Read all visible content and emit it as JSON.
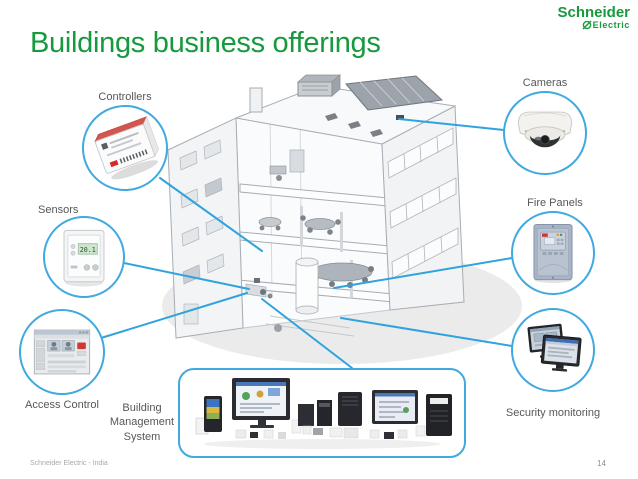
{
  "slide": {
    "title": "Buildings business offerings",
    "footer": "Schneider Electric - India",
    "page_number": "14"
  },
  "logo": {
    "brand": "Schneider",
    "sub": "Electric"
  },
  "colors": {
    "brand_green": "#17993E",
    "callout_blue": "#3FA9E0",
    "connector_blue": "#2FA3DE",
    "label_gray": "#575757",
    "footer_gray": "#A8A8A8"
  },
  "callouts": {
    "controllers": {
      "label": "Controllers",
      "icon": "din-controller-device"
    },
    "sensors": {
      "label": "Sensors",
      "icon": "thermostat-device",
      "reading": "20.1"
    },
    "access_control": {
      "label": "Access Control",
      "icon": "access-control-software-screenshot"
    },
    "cameras": {
      "label": "Cameras",
      "icon": "dome-camera-device"
    },
    "fire_panels": {
      "label": "Fire Panels",
      "icon": "fire-alarm-panel-device"
    },
    "security_monitoring": {
      "label": "Security monitoring",
      "icon": "security-monitors-device"
    },
    "bms": {
      "label": "Building Management System",
      "icon": "bms-product-collage"
    }
  }
}
